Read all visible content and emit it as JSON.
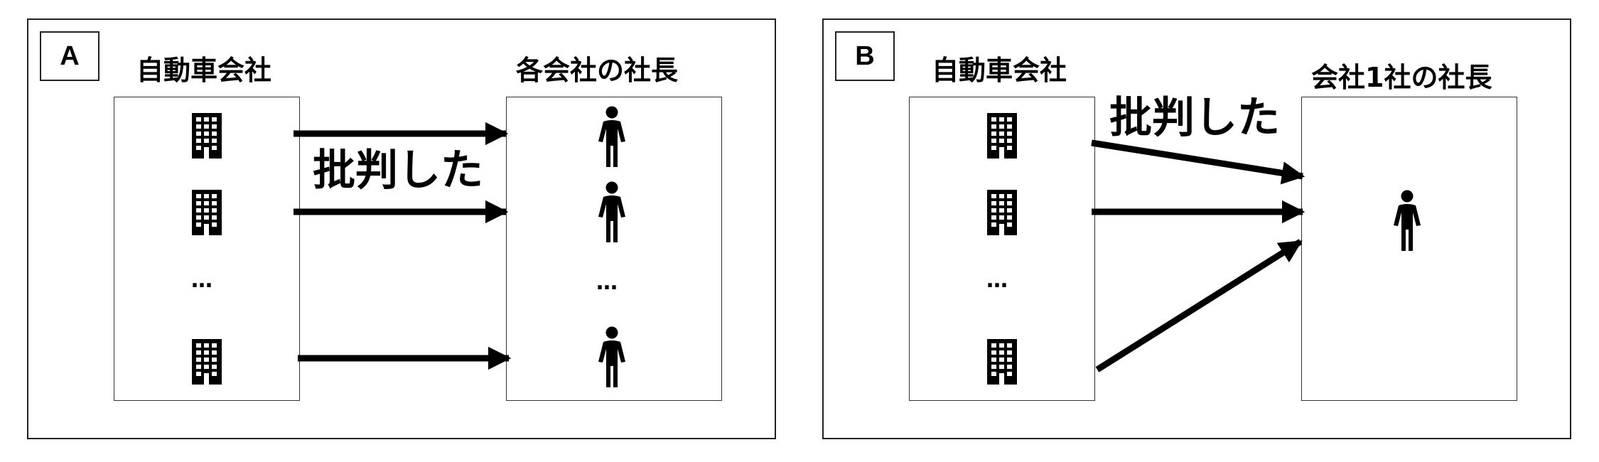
{
  "panel_a": {
    "tag": "A",
    "left_heading": "自動車会社",
    "right_heading": "各会社の社長",
    "verb": "批判した",
    "left_ellipsis": "…",
    "right_ellipsis": "…"
  },
  "panel_b": {
    "tag": "B",
    "left_heading": "自動車会社",
    "right_heading": "会社1社の社長",
    "verb": "批判した",
    "left_ellipsis": "…"
  },
  "icons": {
    "company": "building-icon",
    "president": "person-icon"
  },
  "colors": {
    "ink": "#000000",
    "border": "#222222",
    "background": "#ffffff"
  }
}
